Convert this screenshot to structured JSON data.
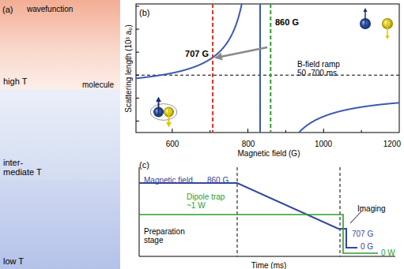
{
  "diagram": {
    "nodes": [
      {
        "text": [
          "high T"
        ]
      },
      {
        "text": [
          "inter- mediate T"
        ]
      },
      {
        "text": [
          "low T"
        ]
      }
    ],
    "labels": [
      "(a)",
      "wavefunction",
      "molecule",
      "(b)",
      "Scattering length (10³ a₀)",
      "707 G",
      "860 G",
      "B-field ramp 50 -700 ms",
      "600",
      "800",
      "1000",
      "1200",
      "Magnetic field (G)",
      "(c)",
      "Magnetic field",
      "860 G",
      "Dipole trap ~1 W",
      "Preparation stage",
      "Imaging",
      "707 G",
      "0 G",
      "0 W",
      "Time (ms)"
    ]
  }
}
